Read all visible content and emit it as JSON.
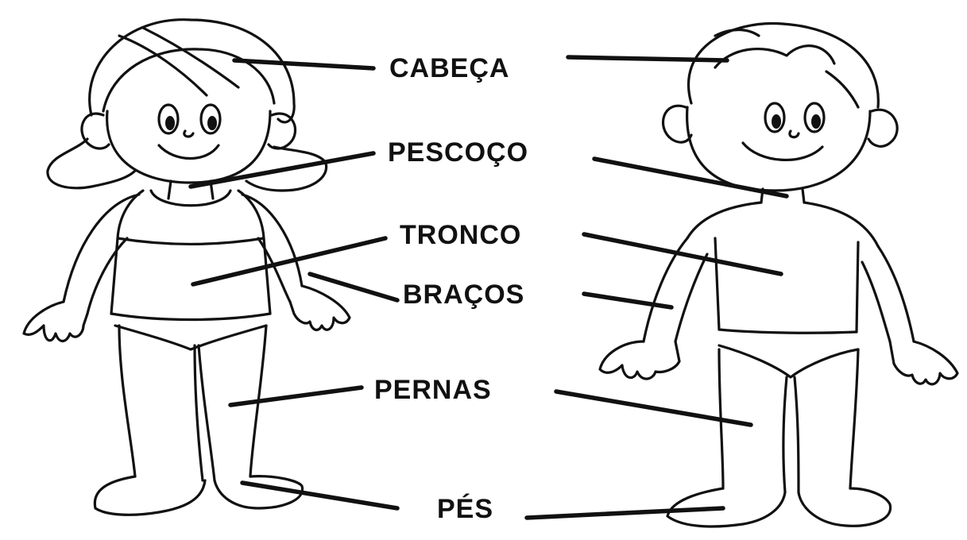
{
  "labels": {
    "cabeca": "CABEÇA",
    "pescoco": "PESCOÇO",
    "tronco": "TRONCO",
    "bracos": "BRAÇOS",
    "pernas": "PERNAS",
    "pes": "PÉS"
  },
  "colors": {
    "ink": "#111111",
    "background": "#ffffff"
  },
  "figures": [
    "girl-figure",
    "boy-figure"
  ]
}
